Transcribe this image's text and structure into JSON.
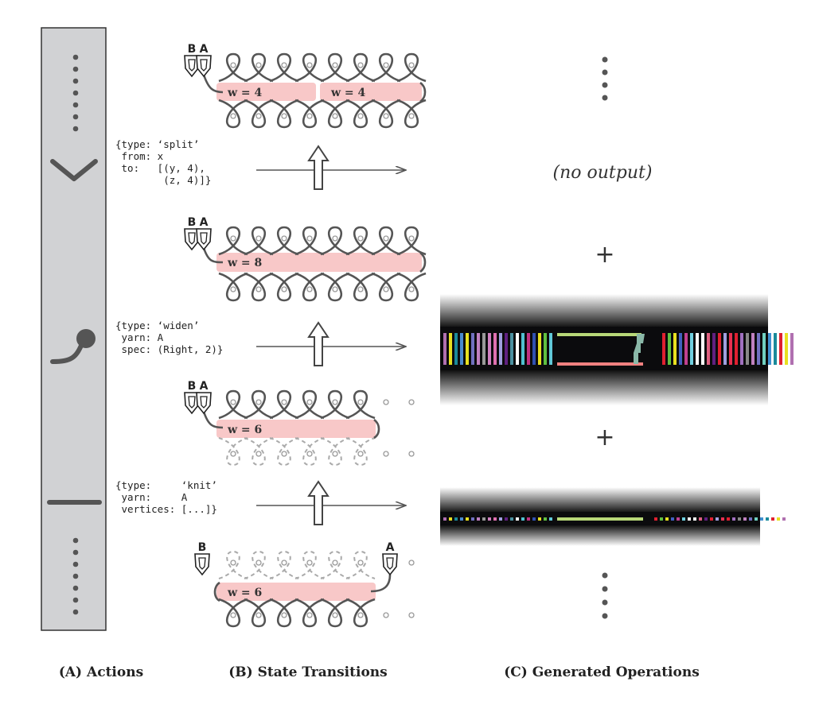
{
  "panels": {
    "actions": {
      "caption": "(A) Actions"
    },
    "transitions": {
      "caption": "(B) State Transitions",
      "states": [
        {
          "carriers": [
            "B",
            "A"
          ],
          "labels": [
            "w = 4",
            "w = 4"
          ]
        },
        {
          "carriers": [
            "B",
            "A"
          ],
          "labels": [
            "w = 8"
          ]
        },
        {
          "carriers": [
            "B",
            "A"
          ],
          "labels": [
            "w = 6"
          ]
        },
        {
          "carriers": [
            "B",
            "A"
          ],
          "labels": [
            "w = 6"
          ]
        }
      ],
      "actions": [
        {
          "lines": [
            "{type: ‘split’",
            " from: x",
            " to:   [(y, 4),",
            "        (z, 4)]}"
          ]
        },
        {
          "lines": [
            "{type: ‘widen’",
            " yarn: A",
            " spec: (Right, 2)}"
          ]
        },
        {
          "lines": [
            "{type:     ‘knit’",
            " yarn:     A",
            " vertices: [...]}"
          ]
        }
      ]
    },
    "operations": {
      "caption": "(C) Generated Operations",
      "no_output": "(no output)",
      "plus": "+"
    }
  },
  "colors": {
    "panel_bg": "#d1d2d4",
    "ink": "#555555",
    "band": "#f8c8c8",
    "stripes": [
      "#b070b0",
      "#e8e020",
      "#1a8a9a",
      "#4a8ad0",
      "#e8e020",
      "#7070c0",
      "#c080c0",
      "#999999",
      "#d080c0",
      "#e070b0",
      "#a0a0e0",
      "#602080",
      "#4a90a0",
      "#ffffff",
      "#50c0d0",
      "#c03080",
      "#3050b0",
      "#e8e020",
      "#60c040",
      "#60c8d8"
    ],
    "stripes_right": [
      "#e02030",
      "#60c040",
      "#e8e020",
      "#4060c0",
      "#c04090",
      "#70d0e0",
      "#ffffff",
      "#ffffff",
      "#e06080",
      "#602080",
      "#e02030",
      "#a0a0e0",
      "#e83050",
      "#e02030",
      "#a070c0",
      "#888888",
      "#c080c0",
      "#7070c0",
      "#70d0c0",
      "#4090d0",
      "#1a8a9a",
      "#e02030",
      "#e8e020",
      "#b070b0"
    ],
    "bed_green": "#b8d878",
    "bed_pink": "#f08080"
  }
}
